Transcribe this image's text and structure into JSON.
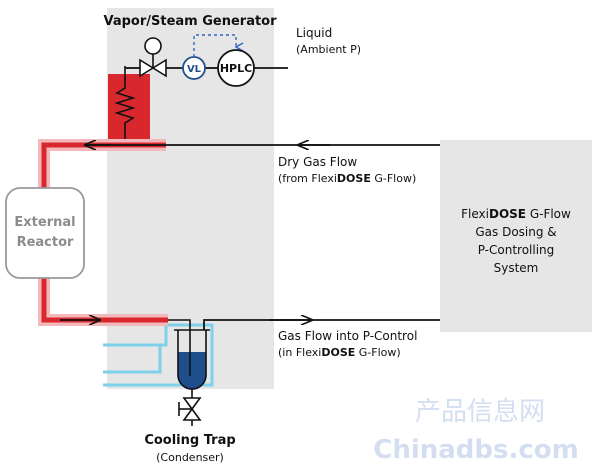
{
  "generator": {
    "title": "Vapor/Steam Generator"
  },
  "liquid": {
    "line1": "Liquid",
    "line2": "(Ambient P)"
  },
  "vl_label": "VL",
  "hplc_label": "HPLC",
  "reactor": {
    "line1": "External",
    "line2": "Reactor"
  },
  "dry_gas": {
    "line1": "Dry Gas Flow",
    "line2_pre": "(from ",
    "brand_flexi": "Flexi",
    "brand_dose": "DOSE",
    "line2_post": " G-Flow)"
  },
  "gas_into": {
    "line1": "Gas Flow into P-Control",
    "line2_pre": "(in ",
    "brand_flexi": "Flexi",
    "brand_dose": "DOSE",
    "line2_post": " G-Flow)"
  },
  "system": {
    "brand_flexi": "Flexi",
    "brand_dose": "DOSE",
    "line1_post": " G-Flow",
    "line2": "Gas Dosing &",
    "line3": "P-Controlling",
    "line4": "System"
  },
  "cooling_trap": {
    "title": "Cooling Trap",
    "subtitle": "(Condenser)"
  },
  "watermark": {
    "cn": "产品信息网",
    "en": "Chinadbs.com"
  },
  "colors": {
    "panel": "#e6e6e6",
    "heat": "#d9272e",
    "heat_light": "#f2b8bb",
    "water": "#7fd0ea",
    "blue": "#1f4e8c",
    "dash": "#3366cc"
  }
}
